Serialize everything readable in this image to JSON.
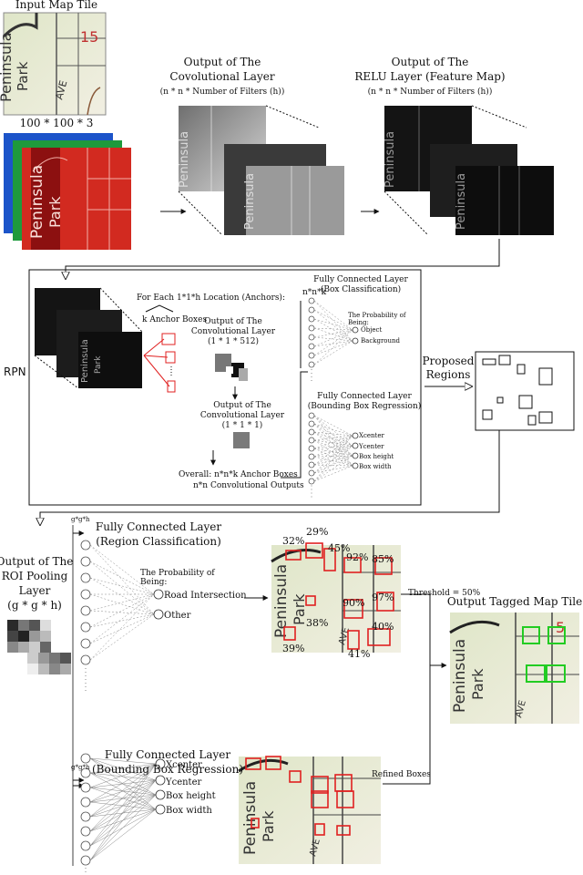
{
  "input_tile": {
    "title": "Input Map Tile",
    "size_label": "100 * 100 * 3",
    "map_text": [
      "Peninsula",
      "Park",
      "AVE",
      "15"
    ]
  },
  "conv_output": {
    "title_line1": "Output of The",
    "title_line2": "Covolutional Layer",
    "dims": "(n * n * Number of Filters (h))"
  },
  "relu_output": {
    "title_line1": "Output of The",
    "title_line2": "RELU Layer (Feature Map)",
    "dims": "(n * n * Number of Filters (h))"
  },
  "rpn": {
    "label": "RPN",
    "for_each": "For Each 1*1*h Location (Anchors):",
    "anchor_boxes": "k Anchor Boxes",
    "conv1": {
      "line1": "Output of The",
      "line2": "Convolutional Layer",
      "dims": "(1 * 1 * 512)"
    },
    "conv2": {
      "line1": "Output of The",
      "line2": "Convolutional Layer",
      "dims": "(1 * 1 * 1)"
    },
    "overall_line1": "Overall: n*n*k Anchor Boxes",
    "overall_line2": "n*n Convolutional Outputs",
    "fc_class": {
      "title_line1": "Fully Connected Layer",
      "title_line2": "(Box Classification)",
      "size": "n*n*k",
      "prob_line1": "The Probability of",
      "prob_line2": "Being:",
      "outputs": [
        "Object",
        "Background"
      ]
    },
    "fc_reg": {
      "title_line1": "Fully Connected Layer",
      "title_line2": "(Bounding Box Regression)",
      "outputs": [
        "Xcenter",
        "Ycenter",
        "Box height",
        "Box width"
      ]
    }
  },
  "proposed_regions": {
    "line1": "Proposed",
    "line2": "Regions"
  },
  "roi_pooling": {
    "line1": "Output of The",
    "line2": "ROI Pooling",
    "line3": "Layer",
    "dims": "(g * g * h)"
  },
  "fc_region": {
    "title_line1": "Fully Connected Layer",
    "title_line2": "(Region Classification)",
    "size": "g*g*h",
    "prob_line1": "The Probability of",
    "prob_line2": "Being:",
    "outputs": [
      "Road Intersection",
      "Other"
    ]
  },
  "fc_bbox": {
    "title_line1": "Fully Connected Layer",
    "title_line2": "(Bounding Box Regression)",
    "size": "g*g*h",
    "outputs": [
      "Xcenter",
      "Ycenter",
      "Box height",
      "Box width"
    ]
  },
  "percentages": [
    "32%",
    "29%",
    "45%",
    "92%",
    "85%",
    "38%",
    "90%",
    "97%",
    "40%",
    "39%",
    "41%"
  ],
  "threshold": "Threshold = 50%",
  "refined_boxes": "Refined Boxes",
  "output_tile": {
    "title": "Output Tagged Map Tile"
  },
  "colors": {
    "detection_box": "#e02020",
    "tagged_box": "#22cc22",
    "map_bg": "#e9ecd6"
  }
}
